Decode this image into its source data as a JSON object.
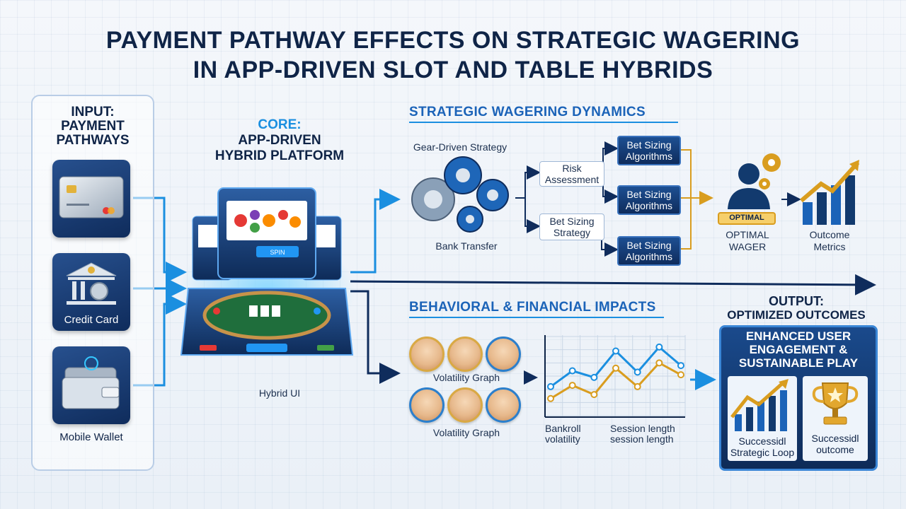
{
  "title": {
    "line1": "PAYMENT PATHWAY EFFECTS ON STRATEGIC WAGERING",
    "line2": "IN APP-DRIVEN SLOT AND TABLE HYBRIDS"
  },
  "input": {
    "head_line1": "INPUT:",
    "head_line2": "PAYMENT",
    "head_line3": "PATHWAYS",
    "tiles": [
      {
        "icon": "credit-card-icon",
        "label": ""
      },
      {
        "icon": "bank-icon",
        "label": "Credit Card"
      },
      {
        "icon": "mobile-wallet-icon",
        "label": "Mobile Wallet"
      }
    ]
  },
  "core": {
    "head_line1": "CORE:",
    "head_line2": "APP-DRIVEN",
    "head_line3": "HYBRID PLATFORM",
    "caption": "Hybrid UI",
    "spin_label": "SPIN"
  },
  "strategic": {
    "head": "STRATEGIC WAGERING DYNAMICS",
    "gear_label": "Gear-Driven Strategy",
    "bank_label": "Bank Transfer",
    "mid_boxes": [
      "Risk Assessment",
      "Bet Sizing Strategy"
    ],
    "algo_boxes": [
      "Bet Sizing Algorithms",
      "Bet Sizing Algorithms",
      "Bet Sizing Algorithms"
    ],
    "badge": "OPTIMAL",
    "optimal_line1": "OPTIMAL",
    "optimal_line2": "WAGER",
    "outcome_line1": "Outcome",
    "outcome_line2": "Metrics"
  },
  "behavioral": {
    "head": "BEHAVIORAL & FINANCIAL IMPACTS",
    "graph_label_1": "Volatility Graph",
    "graph_label_2": "Volatility Graph",
    "axis_left_line1": "Bankroll",
    "axis_left_line2": "volatility",
    "axis_right_line1": "Session length",
    "axis_right_line2": "session length"
  },
  "output": {
    "head_line1": "OUTPUT:",
    "head_line2": "OPTIMIZED OUTCOMES",
    "box_line1": "ENHANCED USER",
    "box_line2": "ENGAGEMENT &",
    "box_line3": "SUSTAINABLE PLAY",
    "left_line1": "Successidl",
    "left_line2": "Strategic Loop",
    "right_line1": "Successidl",
    "right_line2": "outcome"
  },
  "colors": {
    "navy": "#0f2447",
    "accent_blue": "#1b8fe0",
    "gold": "#d99d1f",
    "arrow_navy": "#0f2c5c"
  },
  "chart_data": {
    "type": "line",
    "title": "",
    "xlabel": "",
    "ylabel": "",
    "x": [
      1,
      2,
      3,
      4,
      5,
      6,
      7
    ],
    "series": [
      {
        "values": [
          2.2,
          3.4,
          2.9,
          4.9,
          3.3,
          5.2,
          3.8
        ]
      },
      {
        "values": [
          1.3,
          2.3,
          1.6,
          3.6,
          2.2,
          4.0,
          3.1
        ]
      }
    ],
    "ylim": [
      0,
      6
    ],
    "grid": true,
    "legend": "none"
  }
}
